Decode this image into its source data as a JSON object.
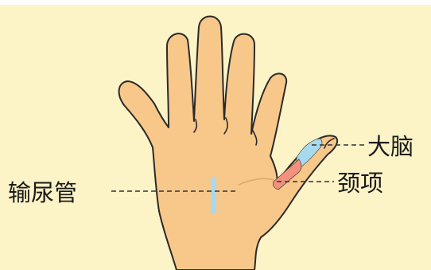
{
  "labels": {
    "brain": "大脑",
    "neck": "颈项",
    "ureter": "输尿管"
  },
  "colors": {
    "background": "#FCF3C6",
    "skin": "#F7C88A",
    "outline": "#2a2a2a",
    "brain_zone": "#A9D9EE",
    "neck_zone": "#F2917E",
    "ureter_zone": "#A9D9EE",
    "leader_line": "#333333"
  }
}
